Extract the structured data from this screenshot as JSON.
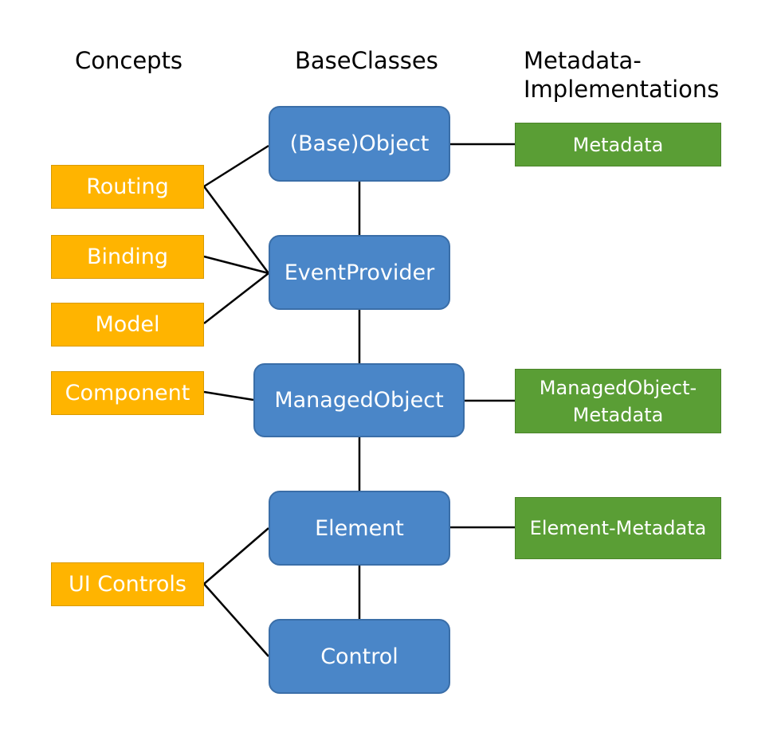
{
  "headers": {
    "concepts": "Concepts",
    "baseclasses": "BaseClasses",
    "metadata": "Metadata-\nImplementations"
  },
  "base_classes": {
    "base_object": "(Base)Object",
    "event_provider": "EventProvider",
    "managed_object": "ManagedObject",
    "element": "Element",
    "control": "Control"
  },
  "concepts": {
    "routing": "Routing",
    "binding": "Binding",
    "model": "Model",
    "component": "Component",
    "ui_controls": "UI Controls"
  },
  "metadata_impls": {
    "metadata": "Metadata",
    "managed_object_metadata": "ManagedObject-\nMetadata",
    "element_metadata": "Element-Metadata"
  },
  "colors": {
    "base_class": "#4a86c8",
    "concept": "#ffb400",
    "metadata": "#5a9e35",
    "connector": "#000000"
  }
}
